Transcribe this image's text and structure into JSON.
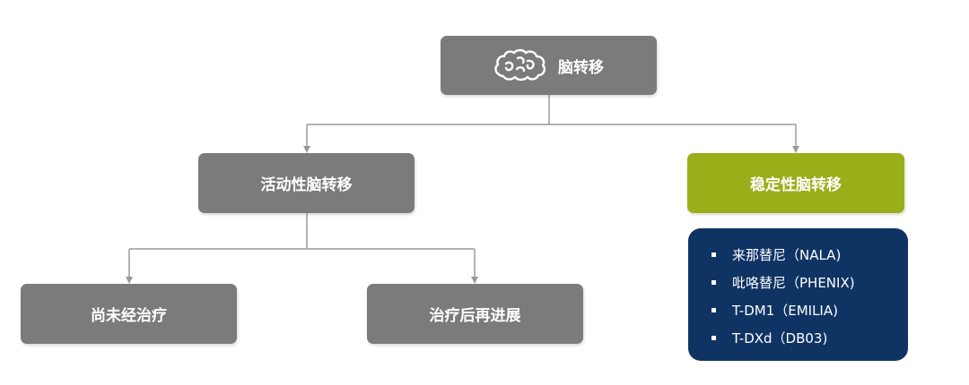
{
  "diagram": {
    "root": {
      "label": "脑转移",
      "icon": "brain-icon"
    },
    "active": {
      "label": "活动性脑转移"
    },
    "stable": {
      "label": "稳定性脑转移"
    },
    "untreated": {
      "label": "尚未经治疗"
    },
    "progressed": {
      "label": "治疗后再进展"
    },
    "trials": [
      "来那替尼（NALA)",
      "吡咯替尼（PHENIX)",
      "T-DM1（EMILIA)",
      "T-DXd（DB03)"
    ]
  },
  "colors": {
    "gray_node": "#7b7b7b",
    "green_node": "#9aae1a",
    "navy_box": "#0f3464",
    "connector": "#9a9a9a"
  }
}
